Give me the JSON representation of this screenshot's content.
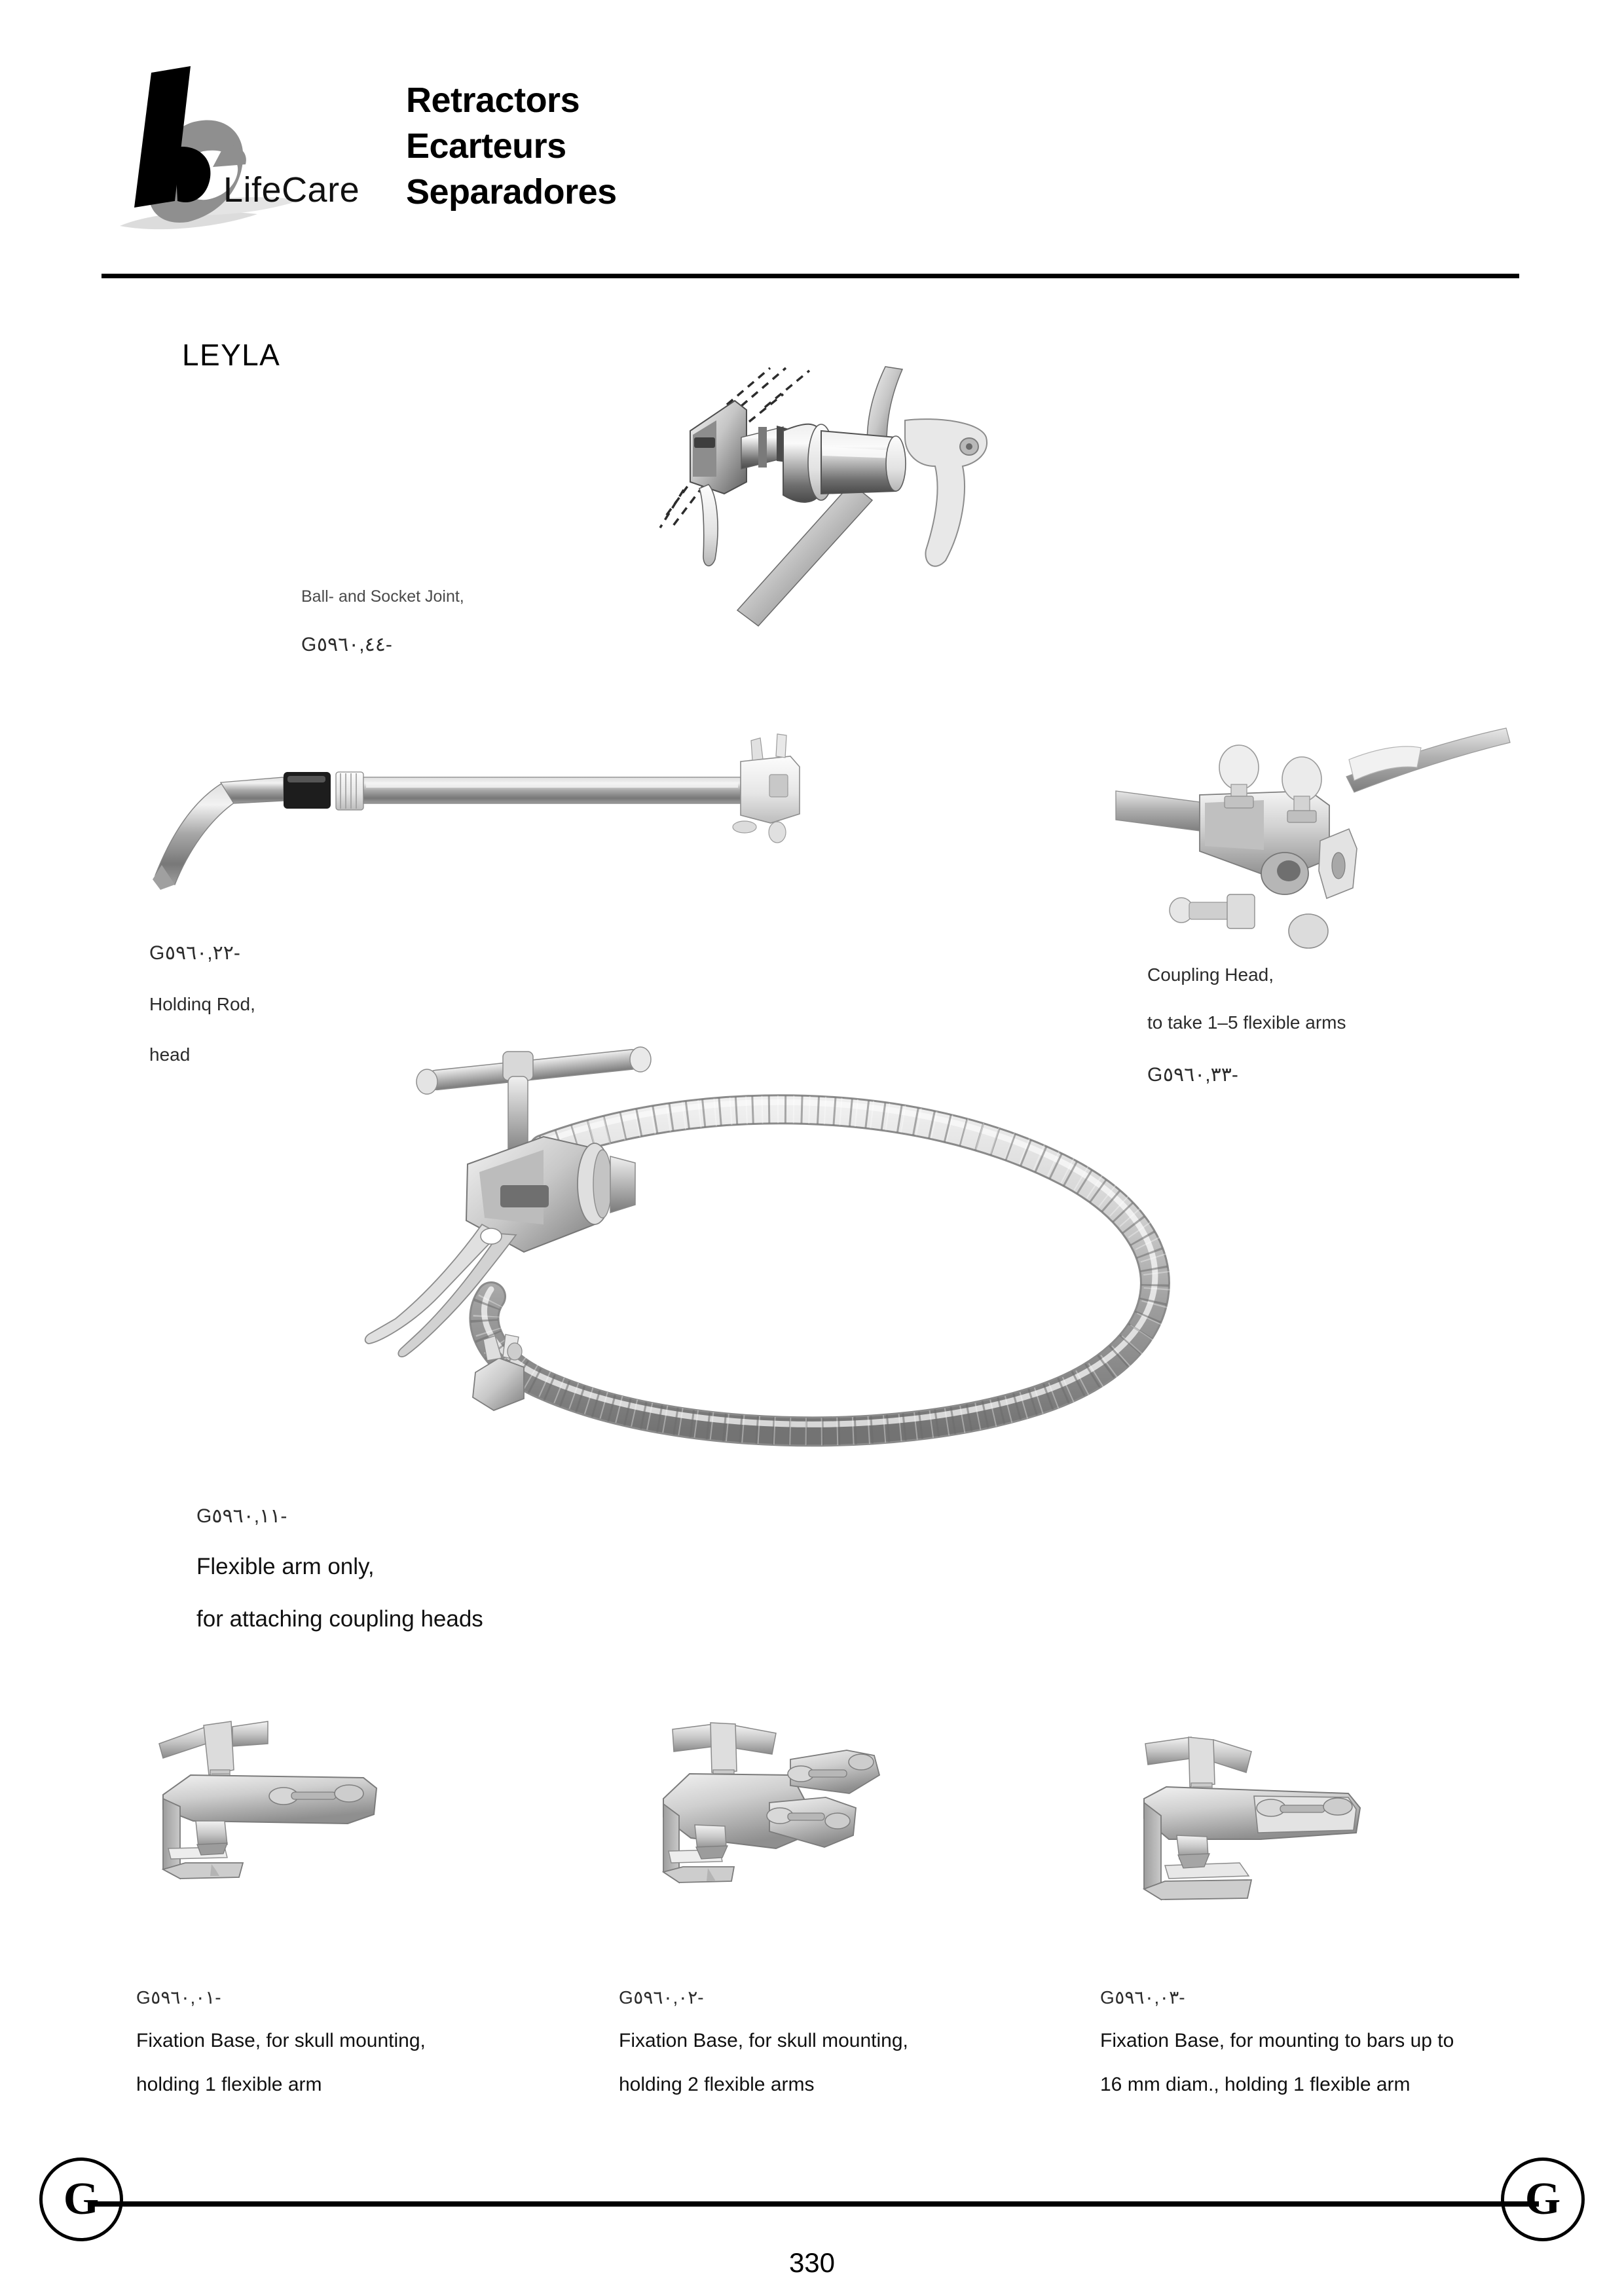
{
  "header": {
    "logo_text": "LifeCare",
    "logo_icon": "lifecare-l-c-logo",
    "title_en": "Retractors",
    "title_fr": "Ecarteurs",
    "title_es": "Separadores"
  },
  "section": {
    "label": "LEYLA"
  },
  "products": [
    {
      "id": "ball-and-socket-joint",
      "image_icon": "ball-and-socket-joint-photo",
      "caption_line1": "Ball- and Socket Joint,",
      "catalog_number": "G٥٩٦٠,٤٤-"
    },
    {
      "id": "holding-rod",
      "image_icon": "holding-rod-photo",
      "catalog_number": "G٥٩٦٠,٢٢-",
      "caption_line1": "Holdinq Rod,",
      "caption_line2": "head"
    },
    {
      "id": "coupling-head",
      "image_icon": "coupling-head-photo",
      "caption_line1": "Coupling Head,",
      "caption_line2": "to take 1–5 flexible arms",
      "catalog_number": "G٥٩٦٠,٣٣-"
    },
    {
      "id": "flexible-arm",
      "image_icon": "flexible-arm-photo",
      "catalog_number": "G٥٩٦٠,١١-",
      "caption_line1": "Flexible arm only,",
      "caption_line2": "for attaching coupling heads"
    },
    {
      "id": "fixation-base-1-arm",
      "image_icon": "fixation-base-skull-1-arm-photo",
      "catalog_number": "G٥٩٦٠,٠١-",
      "caption_line1": "Fixation Base, for skull mounting,",
      "caption_line2": "holding 1 flexible arm"
    },
    {
      "id": "fixation-base-2-arms",
      "image_icon": "fixation-base-skull-2-arms-photo",
      "catalog_number": "G٥٩٦٠,٠٢-",
      "caption_line1": "Fixation Base, for skull mounting,",
      "caption_line2": "holding 2 flexible arms"
    },
    {
      "id": "fixation-base-bar-mount",
      "image_icon": "fixation-base-bar-mount-photo",
      "catalog_number": "G٥٩٦٠,٠٣-",
      "caption_line1": "Fixation Base, for mounting to bars up to",
      "caption_line2": "16 mm diam., holding 1 flexible arm"
    }
  ],
  "footer": {
    "left_mark": "G",
    "right_mark": "G",
    "page_number": "330"
  },
  "colors": {
    "text": "#000000",
    "caption_grey": "#4a4a4a",
    "logo_dark": "#000000",
    "logo_grey": "#8f8f8f",
    "logo_shadow": "#d9d9d9",
    "metal_light": "#e6e6e6",
    "metal_mid": "#9a9a9a",
    "metal_dark": "#5a5a5a"
  }
}
